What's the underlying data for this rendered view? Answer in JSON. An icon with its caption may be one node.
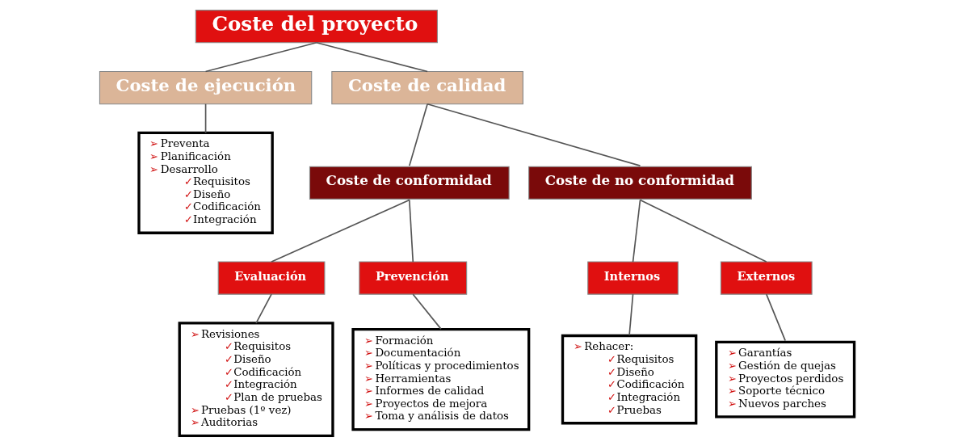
{
  "diagram": {
    "nodes": [
      {
        "text": [
          "Coste del proyecto"
        ]
      },
      {
        "text": [
          "Coste de ejecución"
        ]
      },
      {
        "text": [
          "Coste de calidad"
        ]
      },
      {
        "text": [
          "➢Preventa",
          "➢Planificación",
          "➢Desarrollo",
          "✓Requisitos",
          "✓Diseño",
          "✓Codificación",
          "✓Integración"
        ]
      },
      {
        "text": [
          "Coste de conformidad"
        ]
      },
      {
        "text": [
          "Coste de no conformidad"
        ]
      },
      {
        "text": [
          "Evaluación"
        ]
      },
      {
        "text": [
          "Prevención"
        ]
      },
      {
        "text": [
          "Internos"
        ]
      },
      {
        "text": [
          "Externos"
        ]
      },
      {
        "text": [
          "➢Revisiones",
          "✓Requisitos",
          "✓Diseño",
          "✓Codificación",
          "✓Integración",
          "✓Plan de pruebas",
          "➢Pruebas (1º vez)",
          "➢Auditorias"
        ]
      },
      {
        "text": [
          "➢Formación",
          "➢Documentación",
          "➢Políticas y procedimientos",
          "➢Herramientas",
          "➢Informes de calidad",
          "➢Proyectos de mejora",
          "➢Toma y análisis de datos"
        ]
      },
      {
        "text": [
          "➢Rehacer:",
          "✓Requisitos",
          "✓Diseño",
          "✓Codificación",
          "✓Integración",
          "✓Pruebas"
        ]
      },
      {
        "text": [
          "➢Garantías",
          "➢Gestión de quejas",
          "➢Proyectos perdidos",
          "➢Soporte técnico",
          "➢Nuevos parches"
        ]
      }
    ],
    "edges": [
      {
        "from": 0,
        "to": 1,
        "arrow": "none"
      },
      {
        "from": 0,
        "to": 2,
        "arrow": "none"
      },
      {
        "from": 1,
        "to": 3,
        "arrow": "none"
      },
      {
        "from": 2,
        "to": 4,
        "arrow": "none"
      },
      {
        "from": 2,
        "to": 5,
        "arrow": "none"
      },
      {
        "from": 4,
        "to": 6,
        "arrow": "none"
      },
      {
        "from": 4,
        "to": 7,
        "arrow": "none"
      },
      {
        "from": 5,
        "to": 8,
        "arrow": "none"
      },
      {
        "from": 5,
        "to": 9,
        "arrow": "none"
      },
      {
        "from": 6,
        "to": 10,
        "arrow": "none"
      },
      {
        "from": 7,
        "to": 11,
        "arrow": "none"
      },
      {
        "from": 8,
        "to": 12,
        "arrow": "none"
      },
      {
        "from": 9,
        "to": 13,
        "arrow": "none"
      }
    ]
  }
}
